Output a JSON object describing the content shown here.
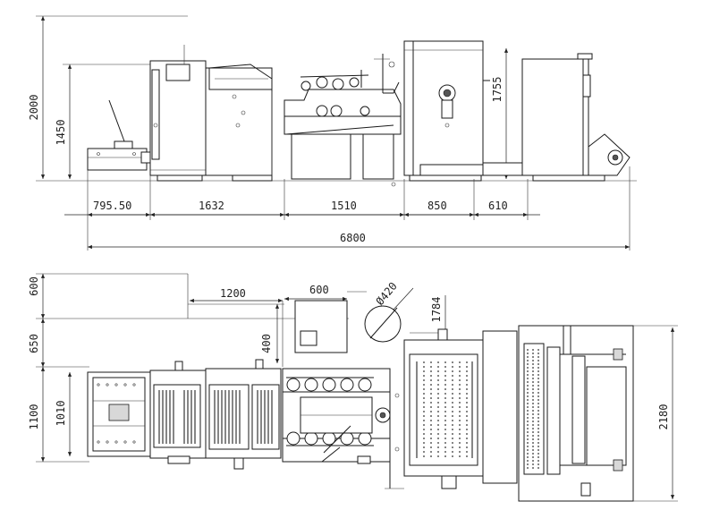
{
  "side_view": {
    "dims_vertical": {
      "height_total": "2000",
      "height_feeder": "1450",
      "height_dryer": "1755"
    },
    "dims_horizontal": {
      "seg1": "795.50",
      "seg2": "1632",
      "seg3": "1510",
      "seg4": "850",
      "seg5": "610",
      "total": "6800"
    }
  },
  "top_view": {
    "dims": {
      "width_600": "600",
      "width_650": "650",
      "width_1100": "1100",
      "width_1010": "1010",
      "length_1200": "1200",
      "length_600": "600",
      "depth_400": "400",
      "diameter": "Ø420",
      "width_1784": "1784",
      "width_2180": "2180"
    }
  }
}
